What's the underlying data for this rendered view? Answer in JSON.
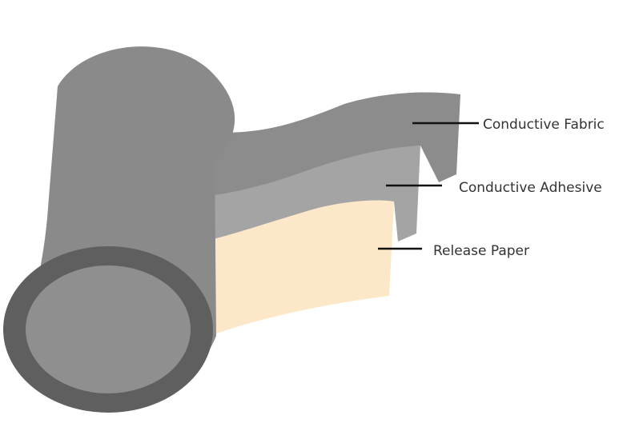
{
  "diagram": {
    "labels": {
      "conductive_fabric": "Conductive Fabric",
      "conductive_adhesive": "Conductive Adhesive",
      "release_paper": "Release Paper"
    },
    "colors": {
      "roll_body": "#8a8a8a",
      "roll_end_outer": "#5f5f5f",
      "roll_end_inner": "#8f8f8f",
      "fabric_layer": "#8c8c8c",
      "adhesive_layer": "#a4a4a4",
      "release_paper": "#fde7c9",
      "leader_line": "#111111"
    }
  }
}
